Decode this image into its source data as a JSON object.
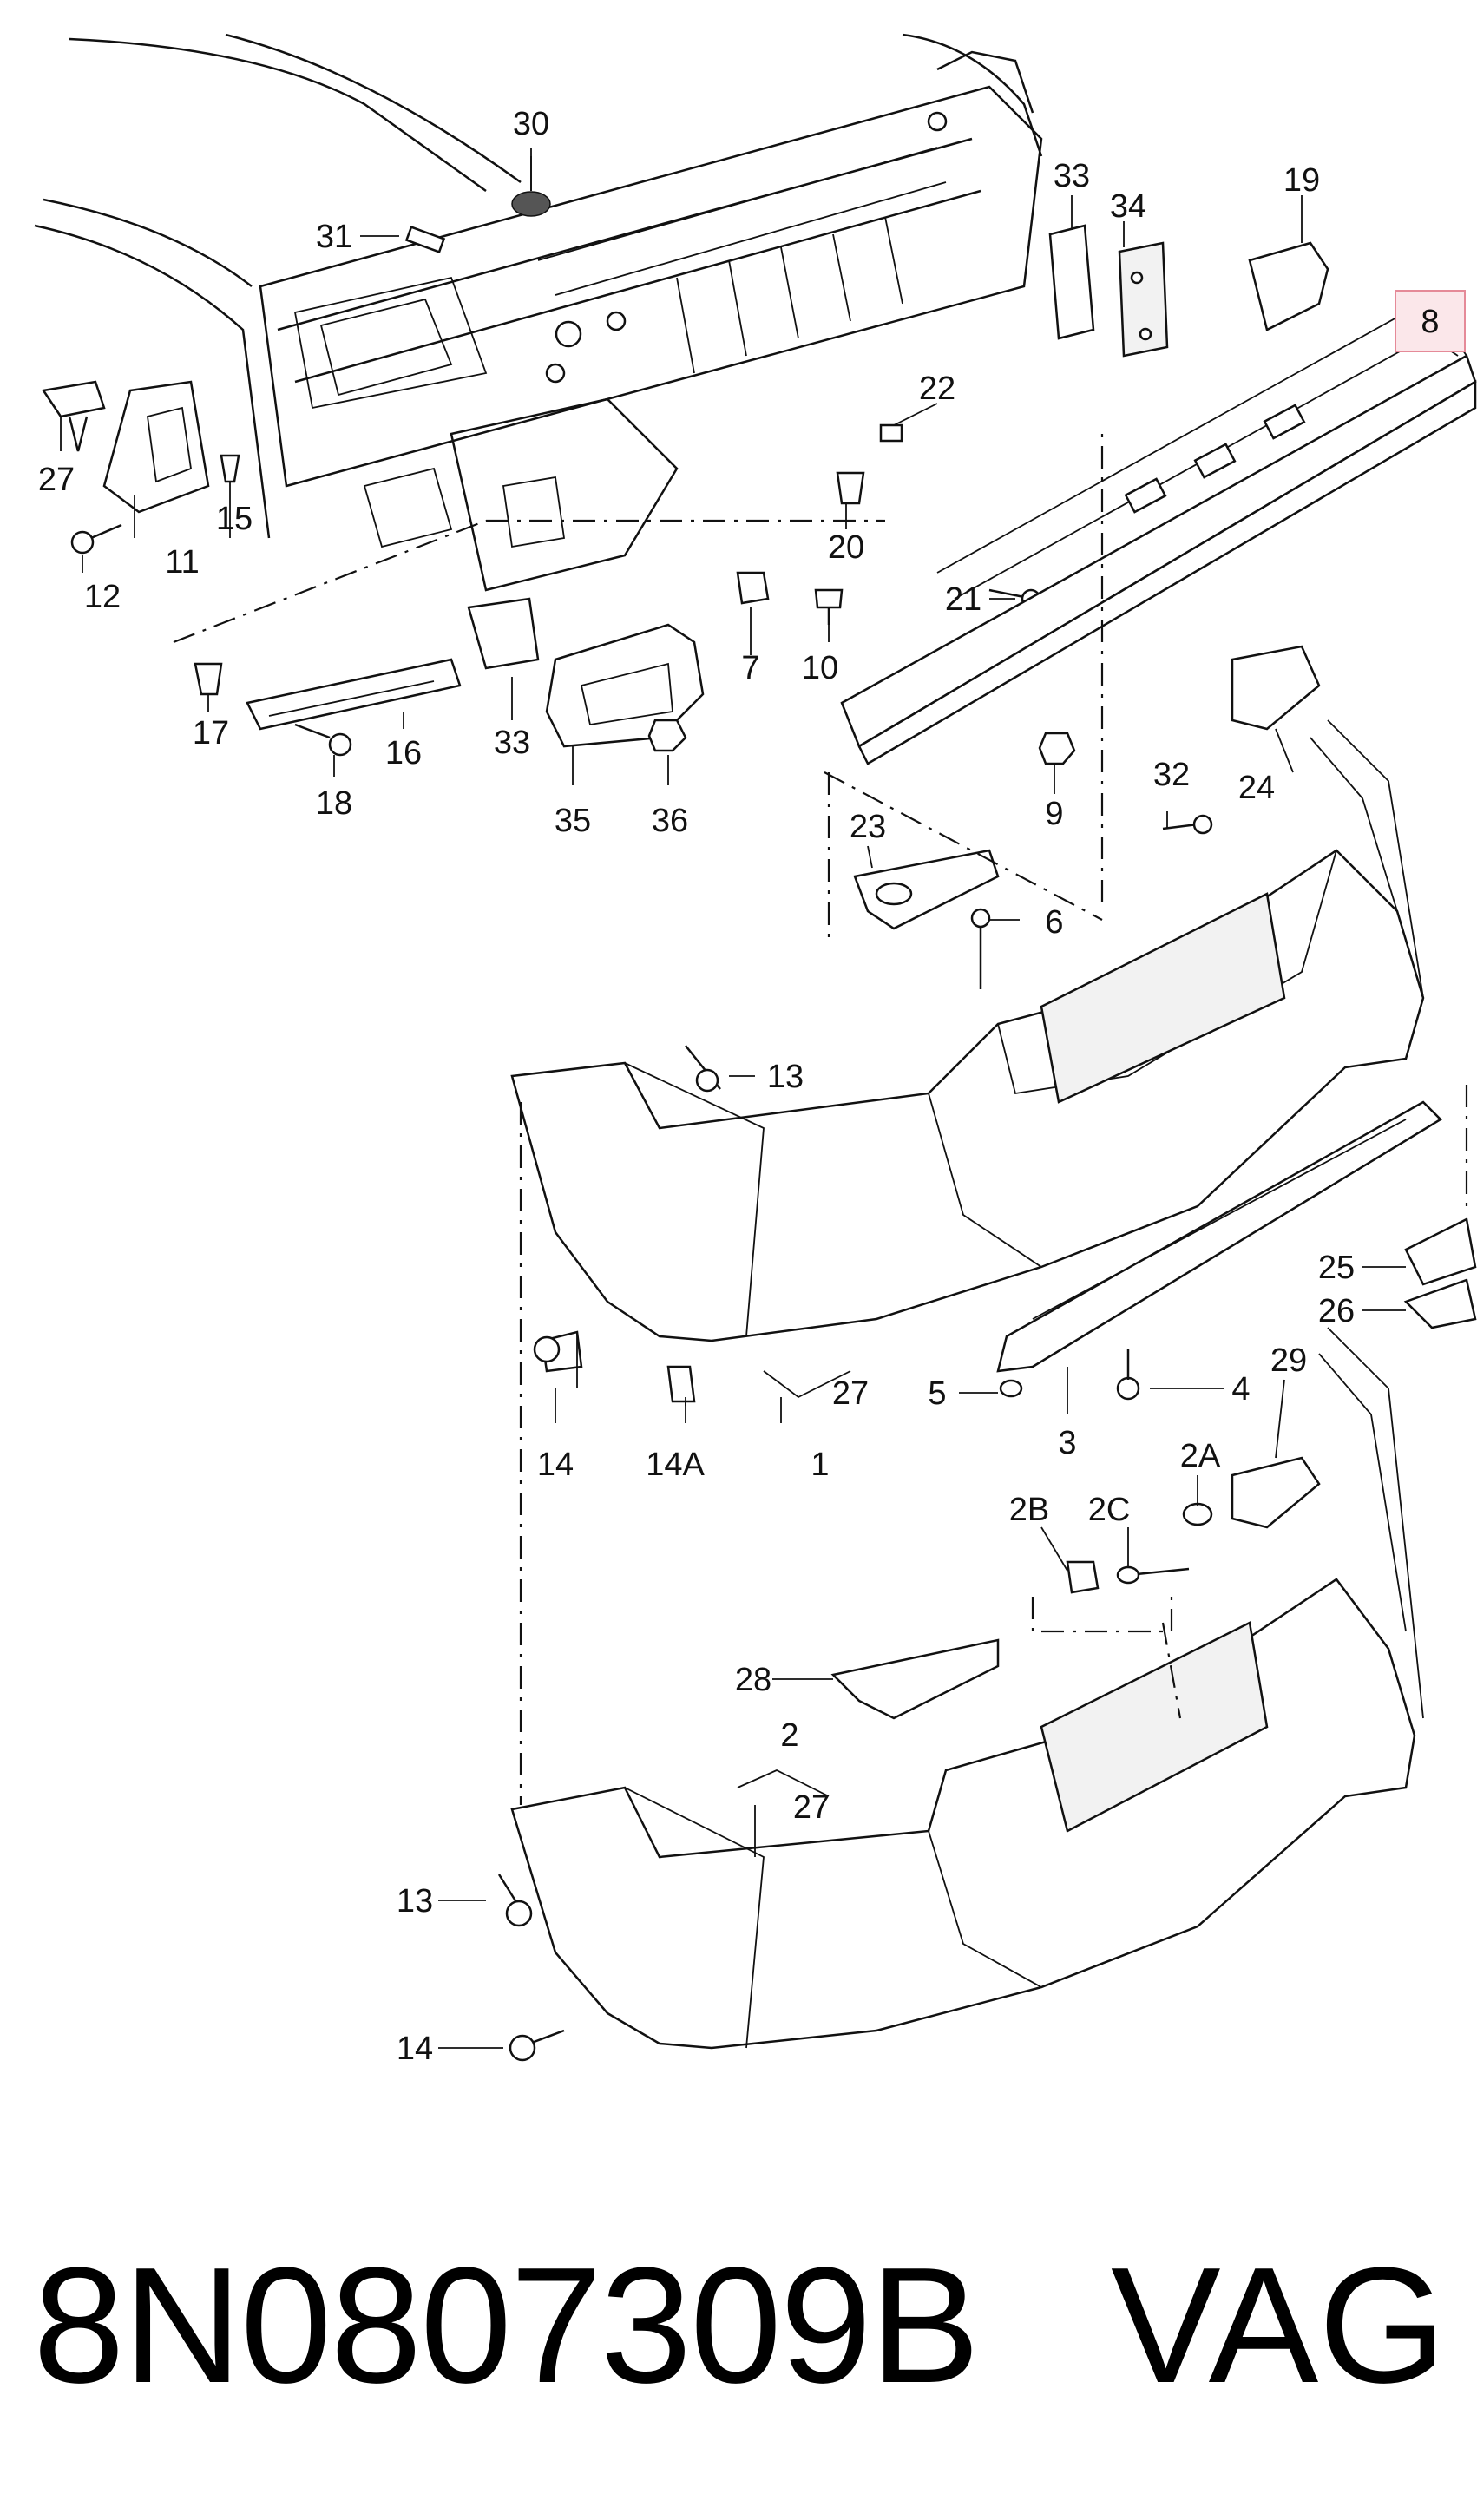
{
  "callouts": {
    "c1": "1",
    "c2": "2",
    "c2A": "2A",
    "c2B": "2B",
    "c2C": "2C",
    "c3": "3",
    "c4": "4",
    "c5": "5",
    "c6": "6",
    "c7": "7",
    "c8": "8",
    "c9": "9",
    "c10": "10",
    "c11": "11",
    "c12": "12",
    "c13a": "13",
    "c13b": "13",
    "c14a": "14",
    "c14b": "14",
    "c14A": "14A",
    "c15": "15",
    "c16": "16",
    "c17": "17",
    "c18": "18",
    "c19": "19",
    "c20": "20",
    "c21": "21",
    "c22": "22",
    "c23": "23",
    "c24": "24",
    "c25": "25",
    "c26": "26",
    "c27a": "27",
    "c27b": "27",
    "c27c": "27",
    "c28": "28",
    "c29": "29",
    "c30": "30",
    "c31": "31",
    "c33a": "33",
    "c33b": "33",
    "c34": "34",
    "c35": "35",
    "c36": "36",
    "c32": "32"
  },
  "highlighted_callout": "8",
  "caption": {
    "part_number": "8N0807309B",
    "brand": "VAG"
  }
}
